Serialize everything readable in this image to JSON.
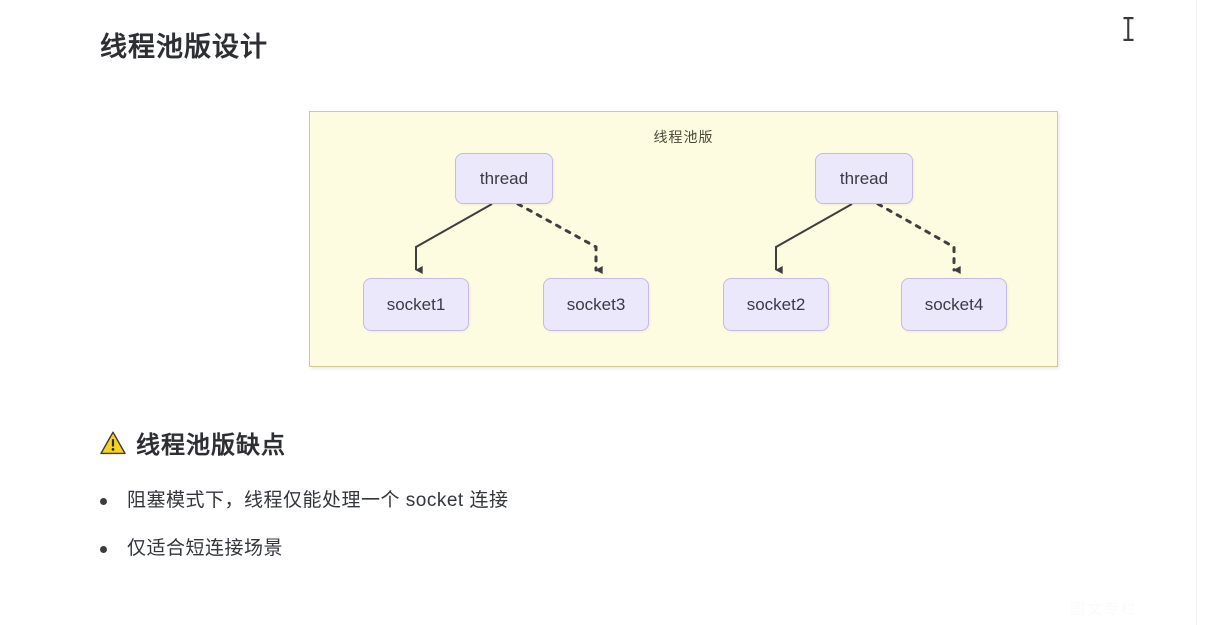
{
  "page": {
    "title": "线程池版设计",
    "background_color": "#ffffff"
  },
  "diagram": {
    "label": "线程池版",
    "container_fill": "#fdfbe0",
    "container_border": "#cfca8e",
    "node_fill": "#ece8fb",
    "node_border": "#c5b9e8",
    "edge_color": "#3f3f3f",
    "nodes": [
      {
        "id": "thread-left",
        "label": "thread"
      },
      {
        "id": "thread-right",
        "label": "thread"
      },
      {
        "id": "socket1",
        "label": "socket1"
      },
      {
        "id": "socket3",
        "label": "socket3"
      },
      {
        "id": "socket2",
        "label": "socket2"
      },
      {
        "id": "socket4",
        "label": "socket4"
      }
    ],
    "edges": [
      {
        "from": "thread-left",
        "to": "socket1",
        "style": "solid"
      },
      {
        "from": "thread-left",
        "to": "socket3",
        "style": "dashed"
      },
      {
        "from": "thread-right",
        "to": "socket2",
        "style": "solid"
      },
      {
        "from": "thread-right",
        "to": "socket4",
        "style": "dashed"
      }
    ]
  },
  "drawbacks": {
    "icon": "warning-triangle-icon",
    "heading": "线程池版缺点",
    "items": [
      "阻塞模式下，线程仅能处理一个 socket 连接",
      "仅适合短连接场景"
    ]
  },
  "watermark": {
    "text": "图文专栏"
  }
}
